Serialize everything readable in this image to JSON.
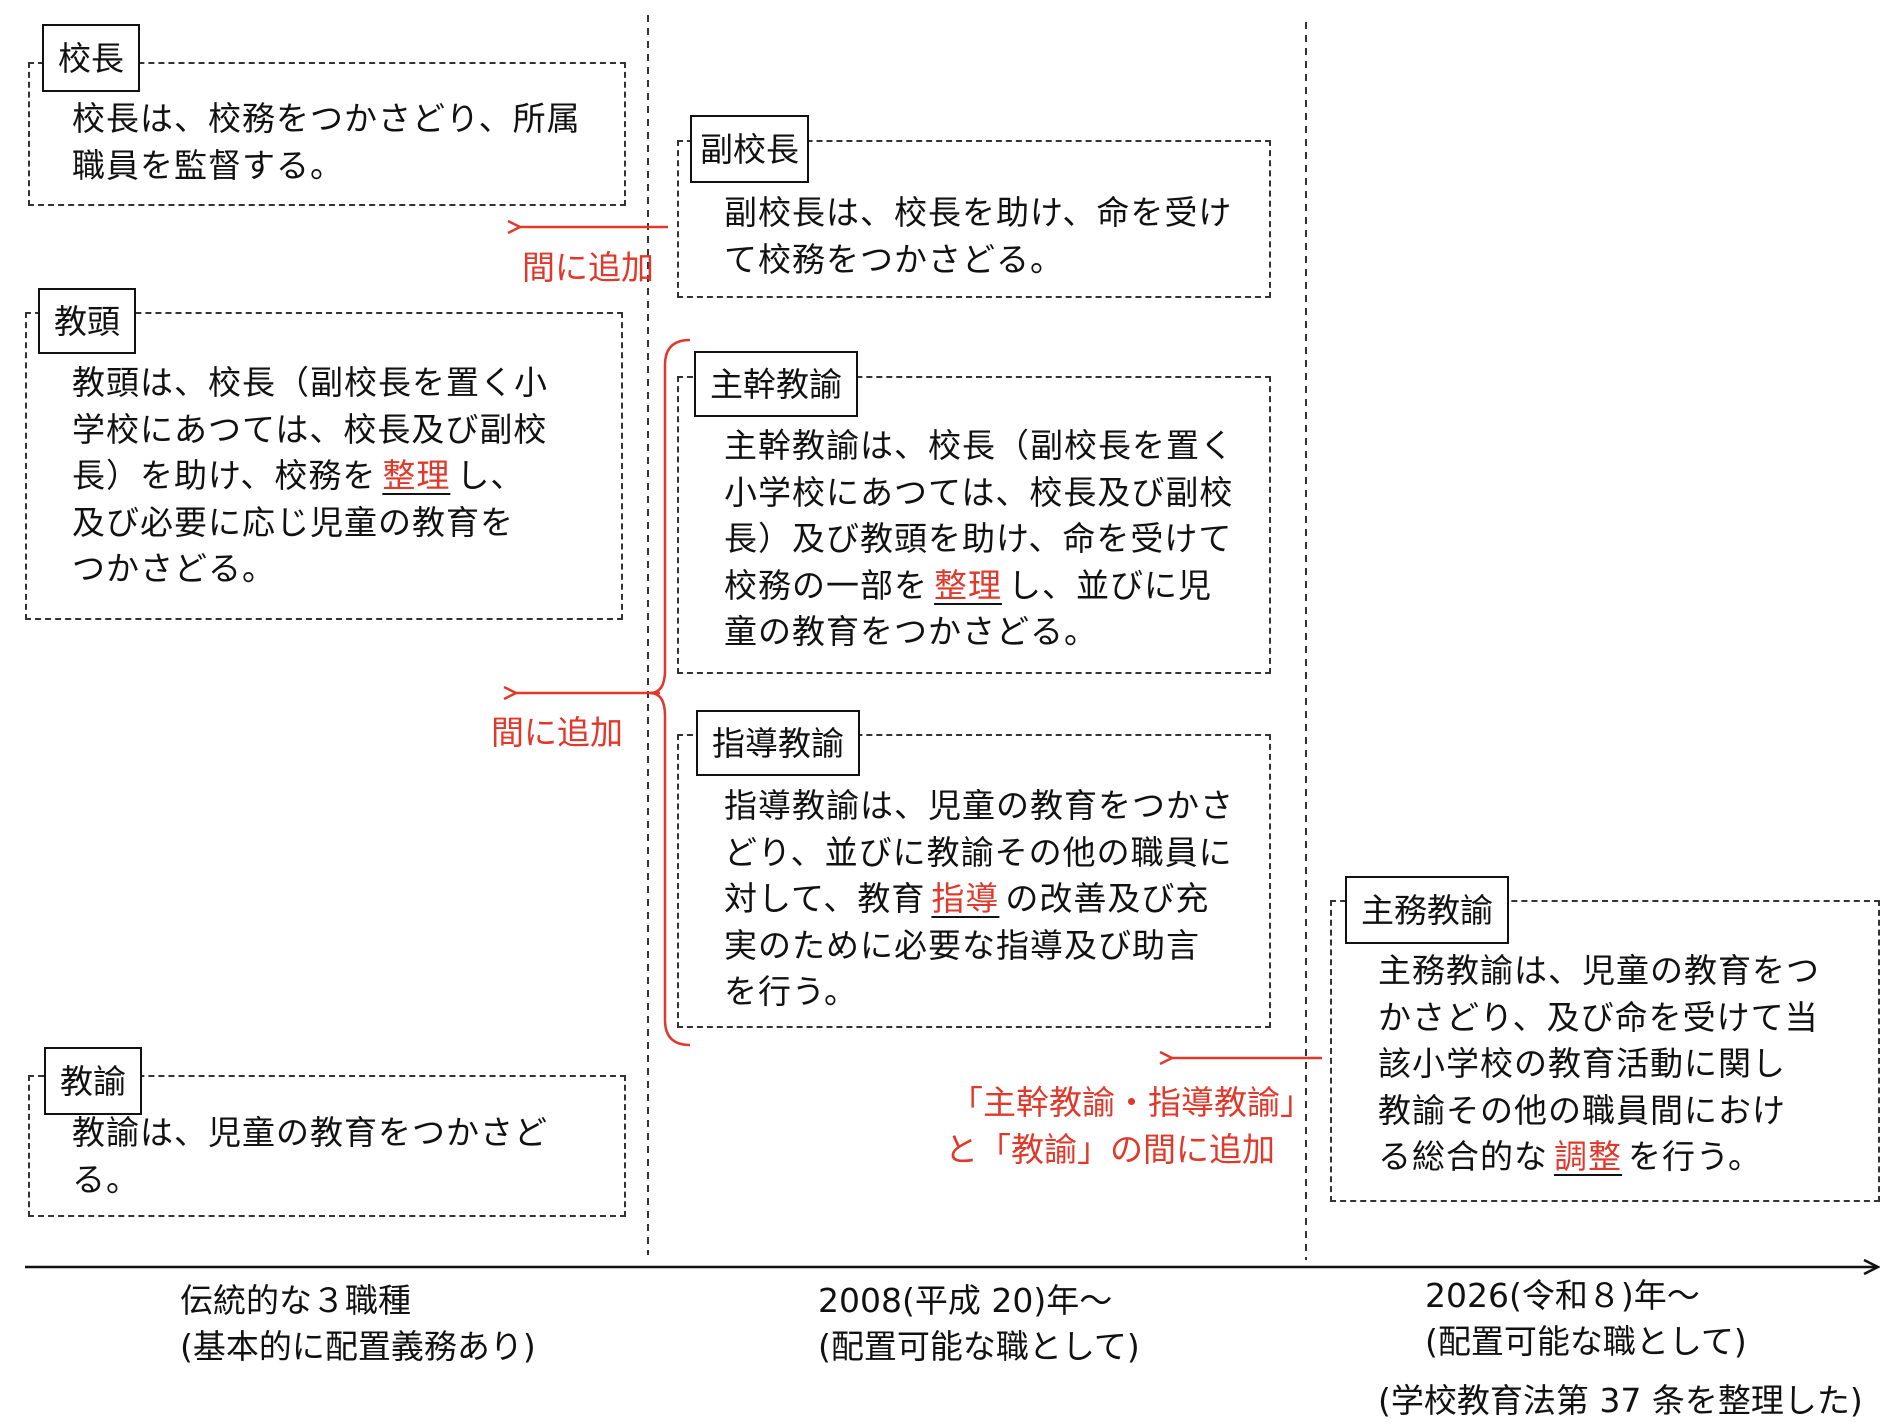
{
  "roles": {
    "principal": {
      "title": "校長",
      "lines": [
        [
          "校長は、校務をつかさどり、所属"
        ],
        [
          "職員を監督する。"
        ]
      ]
    },
    "vice_principal": {
      "title": "副校長",
      "lines": [
        [
          "副校長は、校長を助け、命を受け"
        ],
        [
          "て校務をつかさどる。"
        ]
      ]
    },
    "head_teacher": {
      "title": "教頭",
      "lines": [
        [
          "教頭は、校長（副校長を置く小"
        ],
        [
          "学校にあつては、校長及び副校"
        ],
        [
          "長）を助け、校務を",
          {
            "u": "整理"
          },
          "し、"
        ],
        [
          "及び必要に応じ児童の教育を"
        ],
        [
          "つかさどる。"
        ]
      ]
    },
    "chief_teacher": {
      "title": "主幹教諭",
      "lines": [
        [
          "主幹教諭は、校長（副校長を置く"
        ],
        [
          "小学校にあつては、校長及び副校"
        ],
        [
          "長）及び教頭を助け、命を受けて"
        ],
        [
          "校務の一部を",
          {
            "u": "整理"
          },
          "し、並びに児"
        ],
        [
          "童の教育をつかさどる。"
        ]
      ]
    },
    "guidance_teacher": {
      "title": "指導教諭",
      "lines": [
        [
          "指導教諭は、児童の教育をつかさ"
        ],
        [
          "どり、並びに教諭その他の職員に"
        ],
        [
          "対して、教育",
          {
            "u": "指導"
          },
          "の改善及び充"
        ],
        [
          "実のために必要な指導及び助言"
        ],
        [
          "を行う。"
        ]
      ]
    },
    "teacher": {
      "title": "教諭",
      "lines": [
        [
          "教諭は、児童の教育をつかさど"
        ],
        [
          "る。"
        ]
      ]
    },
    "coordinating_teacher": {
      "title": "主務教諭",
      "lines": [
        [
          "主務教諭は、児童の教育をつ"
        ],
        [
          "かさどり、及び命を受けて当"
        ],
        [
          "該小学校の教育活動に関し"
        ],
        [
          "教諭その他の職員間におけ"
        ],
        [
          "る総合的な",
          {
            "u": "調整"
          },
          "を行う。"
        ]
      ]
    }
  },
  "annotations": {
    "add_between_1": "間に追加",
    "add_between_2": "間に追加",
    "add_between_3_line1": "「主幹教諭・指導教諭」",
    "add_between_3_line2": "と「教諭」の間に追加"
  },
  "timeline": {
    "era1_line1": "伝統的な３職種",
    "era1_line2": "(基本的に配置義務あり)",
    "era2_line1": "2008(平成 20)年〜",
    "era2_line2": "(配置可能な職として)",
    "era3_line1": "2026(令和８)年〜",
    "era3_line2": "(配置可能な職として)"
  },
  "source_note": "(学校教育法第 37 条を整理した)",
  "colors": {
    "accent": "#e0392b",
    "line": "#333333",
    "text": "#111111"
  }
}
